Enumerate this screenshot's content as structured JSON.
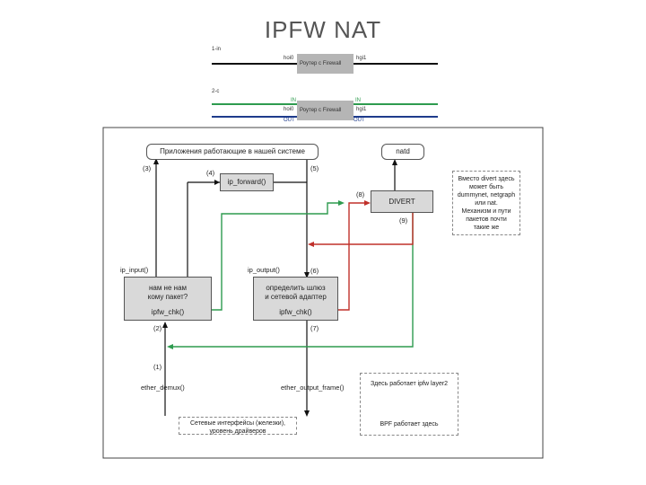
{
  "title": "IPFW NAT",
  "top_diagram_1": {
    "tag": "1-in",
    "left_label": "hoi0",
    "right_label": "hgi1",
    "box_label": "Роутер с Firewall"
  },
  "top_diagram_2": {
    "tag": "2-с",
    "left_label": "hoi0",
    "right_label": "hgi1",
    "box_label": "Роутер с Firewall",
    "in_left": "IN",
    "in_right": "IN",
    "out_left": "OUT",
    "out_right": "OUT"
  },
  "colors": {
    "green": "#2e9b4f",
    "red": "#c0302a",
    "blue": "#1f3c8c",
    "box_grey": "#d9d9d9"
  },
  "app_box": "Приложения работающие в нашей системе",
  "natd_box": "natd",
  "ip_forward_box": "ip_forward()",
  "divert_box": "DIVERT",
  "divert_note": [
    "Вместо divert здесь",
    "может быть",
    "dummynet, netgraph",
    "или nat.",
    "Механизм и пути",
    "пакетов почти",
    "такие же"
  ],
  "input_box": {
    "line1": "нам      не нам",
    "line2": "кому пакет?",
    "fn": "ipfw_chk()"
  },
  "output_box": {
    "line1": "определить шлюз",
    "line2": "и сетевой адаптер",
    "fn": "ipfw_chk()"
  },
  "labels": {
    "n1": "(1)",
    "n2": "(2)",
    "n3": "(3)",
    "n4": "(4)",
    "n5": "(5)",
    "n6": "(6)",
    "n7": "(7)",
    "n8": "(8)",
    "n9": "(9)",
    "ip_input": "ip_input()",
    "ip_output": "ip_output()",
    "ether_demux": "ether_demux()",
    "ether_output_frame": "ether_output_frame()"
  },
  "hw_note": [
    "Сетевые интерфейсы (железки),",
    "уровень драйверов"
  ],
  "layer2_note": {
    "line1": "Здесь работает ipfw layer2",
    "line2": "BPF работает здесь"
  }
}
